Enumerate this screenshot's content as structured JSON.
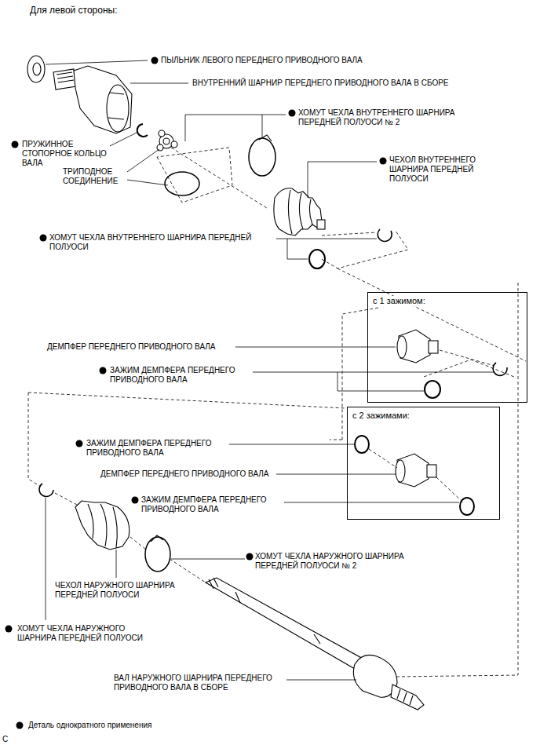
{
  "diagram": {
    "title": "Для левой стороны:",
    "nodes": [
      {
        "text": [
          "с 1 зажимом:"
        ]
      },
      {
        "text": [
          "с 2 зажимами:"
        ]
      }
    ],
    "labels": [
      "ПЫЛЬНИК ЛЕВОГО ПЕРЕДНЕГО ПРИВОДНОГО ВАЛА",
      "ВНУТРЕННИЙ ШАРНИР ПЕРЕДНЕГО ПРИВОДНОГО ВАЛА В СБОРЕ",
      "ХОМУТ ЧЕХЛА ВНУТРЕННЕГО ШАРНИРА ПЕРЕДНЕЙ ПОЛУОСИ № 2",
      "ПРУЖИННОЕ СТОПОРНОЕ КОЛЬЦО ВАЛА",
      "ТРИПОДНОЕ СОЕДИНЕНИЕ",
      "ЧЕХОЛ ВНУТРЕННЕГО ШАРНИРА ПЕРЕДНЕЙ ПОЛУОСИ",
      "ХОМУТ ЧЕХЛА ВНУТРЕННЕГО ШАРНИРА ПЕРЕДНЕЙ ПОЛУОСИ",
      "ДЕМПФЕР ПЕРЕДНЕГО ПРИВОДНОГО ВАЛА",
      "ЗАЖИМ ДЕМПФЕРА ПЕРЕДНЕГО ПРИВОДНОГО ВАЛА",
      "ЗАЖИМ ДЕМПФЕРА ПЕРЕДНЕГО ПРИВОДНОГО ВАЛА",
      "ДЕМПФЕР ПЕРЕДНЕГО ПРИВОДНОГО ВАЛА",
      "ЗАЖИМ ДЕМПФЕРА ПЕРЕДНЕГО ПРИВОДНОГО ВАЛА",
      "ХОМУТ ЧЕХЛА НАРУЖНОГО ШАРНИРА ПЕРЕДНЕЙ ПОЛУОСИ № 2",
      "ЧЕХОЛ НАРУЖНОГО ШАРНИРА ПЕРЕДНЕЙ ПОЛУОСИ",
      "ХОМУТ ЧЕХЛА НАРУЖНОГО ШАРНИРА ПЕРЕДНЕЙ ПОЛУОСИ",
      "ВАЛ НАРУЖНОГО ШАРНИРА ПЕРЕДНЕГО ПРИВОДНОГО ВАЛА В СБОРЕ",
      "C"
    ],
    "legend": [
      {
        "text": "Деталь однократного применения"
      }
    ]
  }
}
